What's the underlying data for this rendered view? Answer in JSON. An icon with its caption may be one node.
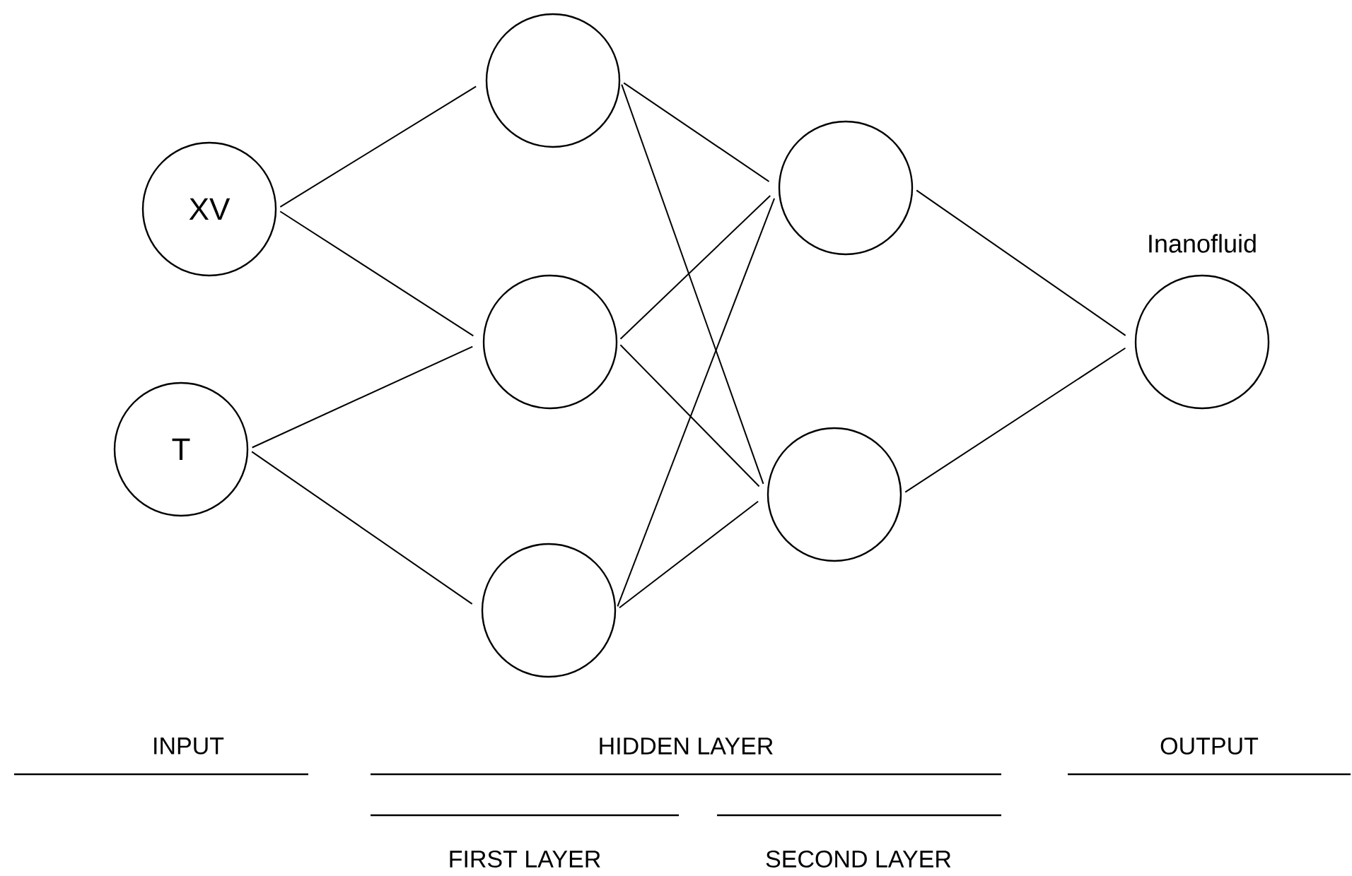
{
  "diagram": {
    "nodes": [
      {
        "text": [
          "XV"
        ]
      },
      {
        "text": [
          "T"
        ]
      },
      {
        "text": [],
        "shape": "circle"
      },
      {
        "text": [],
        "shape": "circle"
      },
      {
        "text": [],
        "shape": "circle"
      },
      {
        "text": [],
        "shape": "circle"
      },
      {
        "text": [],
        "shape": "circle"
      },
      {
        "text": [],
        "shape": "circle",
        "beside": [
          "Inanofluid"
        ]
      }
    ],
    "edges": [
      {
        "from": 0,
        "to": 2,
        "arrow": "none"
      },
      {
        "from": 0,
        "to": 3,
        "arrow": "none"
      },
      {
        "from": 1,
        "to": 3,
        "arrow": "none"
      },
      {
        "from": 1,
        "to": 4,
        "arrow": "none"
      },
      {
        "from": 2,
        "to": 5,
        "arrow": "none"
      },
      {
        "from": 2,
        "to": 6,
        "arrow": "none"
      },
      {
        "from": 3,
        "to": 5,
        "arrow": "none"
      },
      {
        "from": 3,
        "to": 6,
        "arrow": "none"
      },
      {
        "from": 4,
        "to": 5,
        "arrow": "none"
      },
      {
        "from": 4,
        "to": 6,
        "arrow": "none"
      },
      {
        "from": 5,
        "to": 7,
        "arrow": "none"
      },
      {
        "from": 6,
        "to": 7,
        "arrow": "none"
      }
    ],
    "labels": [
      "INPUT",
      "HIDDEN LAYER",
      "OUTPUT",
      "FIRST LAYER",
      "SECOND LAYER"
    ]
  }
}
